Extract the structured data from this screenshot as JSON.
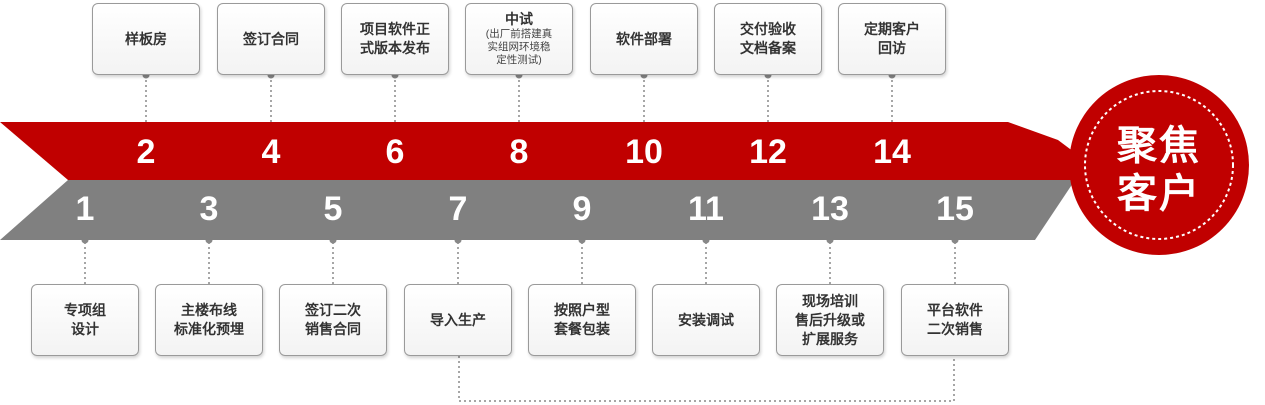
{
  "colors": {
    "red": "#c00000",
    "gray": "#808080",
    "connector": "#888888",
    "text": "#333333"
  },
  "top_steps": [
    {
      "num": "2",
      "text": "样板房"
    },
    {
      "num": "4",
      "text": "签订合同"
    },
    {
      "num": "6",
      "text": "项目软件正\n式版本发布"
    },
    {
      "num": "8",
      "text": "中试",
      "subtext": "(出厂前搭建真\n实组网环境稳\n定性测试)"
    },
    {
      "num": "10",
      "text": "软件部署"
    },
    {
      "num": "12",
      "text": "交付验收\n文档备案"
    },
    {
      "num": "14",
      "text": "定期客户\n回访"
    }
  ],
  "bottom_steps": [
    {
      "num": "1",
      "text": "专项组\n设计"
    },
    {
      "num": "3",
      "text": "主楼布线\n标准化预埋"
    },
    {
      "num": "5",
      "text": "签订二次\n销售合同"
    },
    {
      "num": "7",
      "text": "导入生产"
    },
    {
      "num": "9",
      "text": "按照户型\n套餐包装"
    },
    {
      "num": "11",
      "text": "安装调试"
    },
    {
      "num": "13",
      "text": "现场培训\n售后升级或\n扩展服务"
    },
    {
      "num": "15",
      "text": "平台软件\n二次销售"
    }
  ],
  "focus": {
    "text": "聚焦\n客户"
  }
}
